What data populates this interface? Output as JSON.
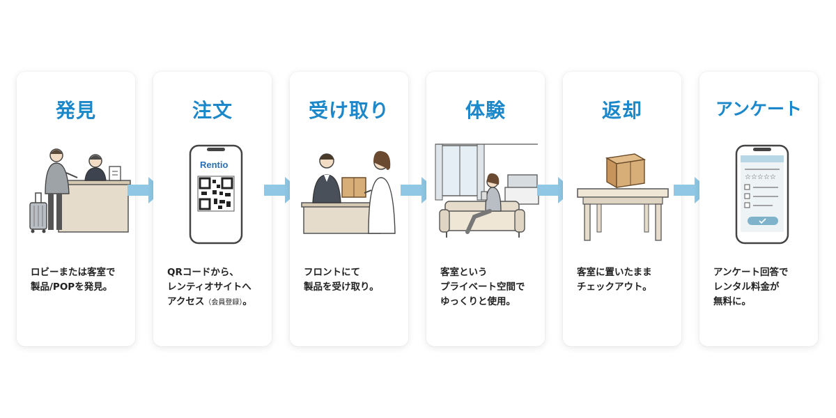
{
  "steps": [
    {
      "title": "発見",
      "lines": [
        "ロビーまたは客室で",
        "製品/POPを発見。"
      ],
      "illustration": "lobby-reception-illustration"
    },
    {
      "title": "注文",
      "lines": [
        "QRコードから、",
        "レンティオサイトへ"
      ],
      "line3_main": "アクセス",
      "line3_sub": "（会員登録）",
      "line3_end": "。",
      "phone_brand": "Rentio",
      "illustration": "smartphone-qr-illustration"
    },
    {
      "title": "受け取り",
      "lines": [
        "フロントにて",
        "製品を受け取り。"
      ],
      "illustration": "package-handover-illustration"
    },
    {
      "title": "体験",
      "lines": [
        "客室という",
        "プライベート空間で",
        "ゆっくりと使用。"
      ],
      "illustration": "hotel-room-illustration"
    },
    {
      "title": "返却",
      "lines": [
        "客室に置いたまま",
        "チェックアウト。"
      ],
      "illustration": "box-on-table-illustration"
    },
    {
      "title": "アンケート",
      "lines": [
        "アンケート回答で",
        "レンタル料金が",
        "無料に。"
      ],
      "illustration": "smartphone-survey-illustration"
    }
  ],
  "colors": {
    "title": "#1c87c9",
    "arrow": "#8fc7e4",
    "rentio": "#2a6fb5"
  }
}
